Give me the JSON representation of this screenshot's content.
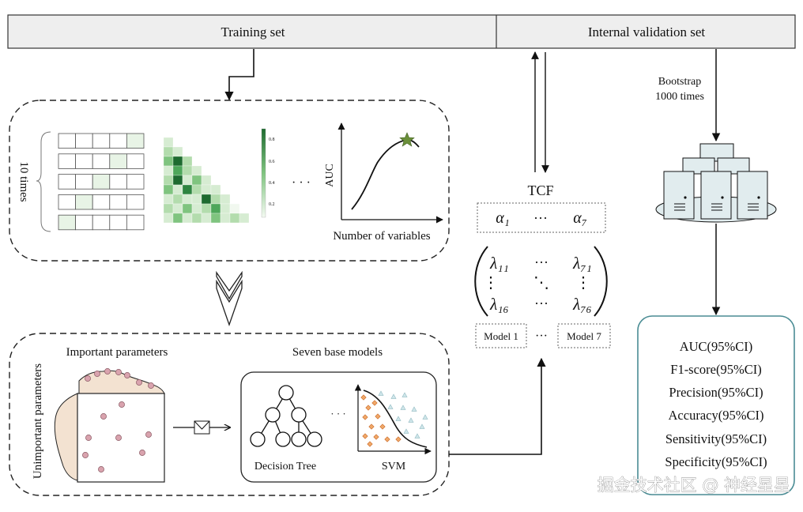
{
  "header": {
    "training_label": "Training set",
    "validation_label": "Internal validation set"
  },
  "top_panel": {
    "repeat_label": "10 times",
    "colorbar_ticks": [
      "0.8",
      "0.6",
      "0.4",
      "0.2"
    ],
    "ellipsis": "· · ·",
    "auc_axis_label": "AUC",
    "x_axis_label": "Number of variables"
  },
  "bottom_panel": {
    "important_label": "Important parameters",
    "unimportant_label": "Unimportant parameters",
    "models_title": "Seven base models",
    "decision_tree_label": "Decision Tree",
    "svm_label": "SVM",
    "ellipsis": "· · ·"
  },
  "tcf": {
    "label": "TCF",
    "alpha_first": "α₁",
    "alpha_ellipsis": "···",
    "alpha_last": "α₇",
    "matrix": {
      "top_left": "λ₁₁",
      "top_mid": "···",
      "top_right": "λ₇₁",
      "mid_left": "⋮",
      "mid_mid": "⋱",
      "mid_right": "⋮",
      "bot_left": "λ₁₆",
      "bot_mid": "···",
      "bot_right": "λ₇₆"
    },
    "model_first": "Model 1",
    "model_ellipsis": "···",
    "model_last": "Model 7"
  },
  "bootstrap": {
    "line1": "Bootstrap",
    "line2": "1000 times"
  },
  "metrics": [
    "AUC(95%CI)",
    "F1-score(95%CI)",
    "Precision(95%CI)",
    "Accuracy(95%CI)",
    "Sensitivity(95%CI)",
    "Specificity(95%CI)"
  ],
  "watermark": "掘金技术社区 @ 神经星星",
  "colors": {
    "green_dark": "#1e6b30",
    "green_light": "#e8f4e6",
    "tan_fill": "#f3e2d1",
    "dot_fill": "#d9a3ae",
    "star": "#6a8f3a",
    "metric_border": "#4a8c94"
  }
}
